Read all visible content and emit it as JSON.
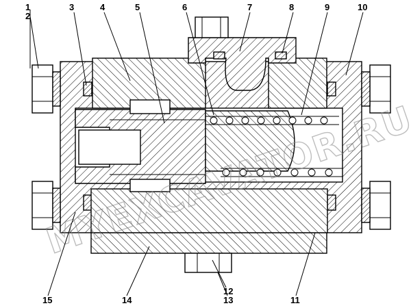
{
  "diagram": {
    "callouts": [
      "1",
      "2",
      "3",
      "4",
      "5",
      "6",
      "7",
      "8",
      "9",
      "10",
      "11",
      "12",
      "13",
      "14",
      "15"
    ],
    "watermark": "MYEXCAVATOR.RU"
  },
  "colors": {
    "line": "#000000",
    "background": "#ffffff",
    "watermark": "#888888"
  }
}
